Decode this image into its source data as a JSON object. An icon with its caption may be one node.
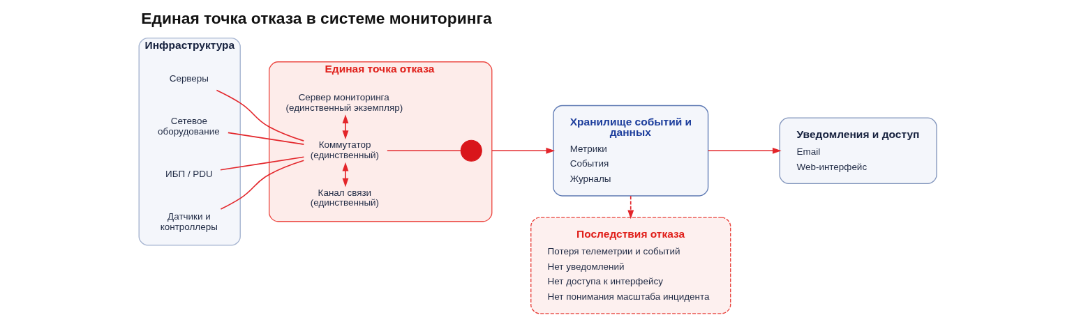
{
  "diagram": {
    "title": "Единая точка отказа в системе мониторинга",
    "nodes": [
      {
        "text": [
          "Инфраструктура"
        ]
      },
      {
        "text": [
          "Серверы"
        ],
        "in": 0
      },
      {
        "text": [
          "Сетевое оборудование"
        ],
        "in": 0
      },
      {
        "text": [
          "ИБП / PDU"
        ],
        "in": 0
      },
      {
        "text": [
          "Датчики и контроллеры"
        ],
        "in": 0
      },
      {
        "text": [
          "Единая точка отказа"
        ]
      },
      {
        "text": [
          "Сервер мониторинга (единственный экземпляр)"
        ],
        "in": 5
      },
      {
        "text": [
          "Коммутатор (единственный)"
        ],
        "in": 5
      },
      {
        "text": [],
        "shape": "circle",
        "in": 5
      },
      {
        "text": [
          "Канал связи (единственный)"
        ],
        "in": 5
      },
      {
        "text": [
          "Хранилище событий и данных",
          "Метрики",
          "События",
          "Журналы"
        ]
      },
      {
        "text": [
          "Уведомления и доступ",
          "Email",
          "Web-интерфейс"
        ]
      },
      {
        "text": [
          "Последствия отказа",
          "Потеря телеметрии и событий",
          "Нет уведомлений",
          "Нет доступа к интерфейсу",
          "Нет понимания масштаба инцидента"
        ]
      }
    ],
    "edges": [
      {
        "from": 1,
        "to": 7,
        "arrow": "none"
      },
      {
        "from": 2,
        "to": 7,
        "arrow": "none"
      },
      {
        "from": 3,
        "to": 7,
        "arrow": "none"
      },
      {
        "from": 4,
        "to": 7,
        "arrow": "none"
      },
      {
        "from": 6,
        "to": 7,
        "arrow": "both"
      },
      {
        "from": 7,
        "to": 8,
        "arrow": "none"
      },
      {
        "from": 7,
        "to": 9,
        "arrow": "both"
      },
      {
        "from": 5,
        "to": 10,
        "arrow": "to"
      },
      {
        "from": 10,
        "to": 11,
        "arrow": "to"
      },
      {
        "from": 10,
        "to": 12,
        "arrow": "to",
        "style": "dashed"
      }
    ]
  }
}
